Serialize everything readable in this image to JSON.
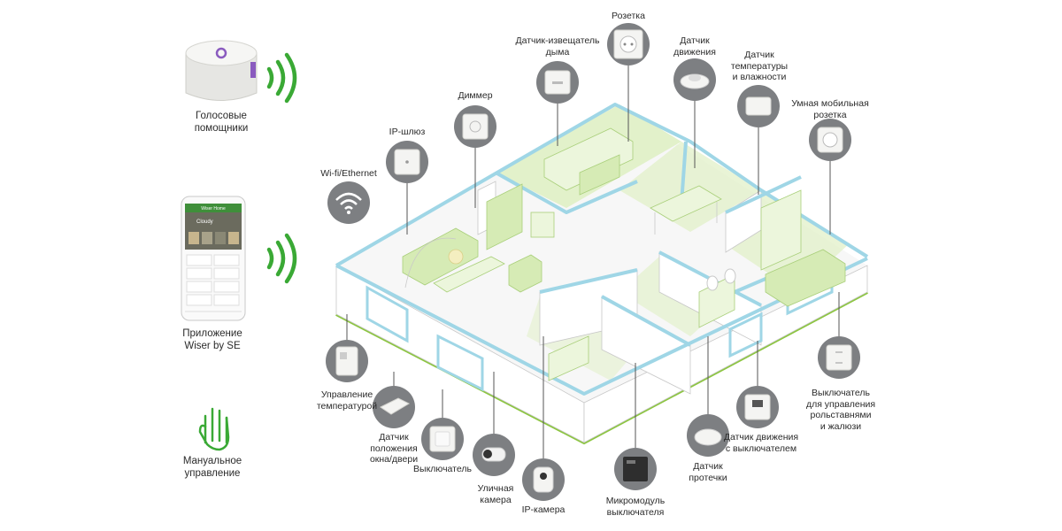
{
  "left_panel": {
    "voice_assistants_label": "Голосовые\nпомощники",
    "app_label": "Приложение\nWiser by SE",
    "manual_label": "Мануальное\nуправление",
    "phone_screen": {
      "header": "Wiser Home",
      "greeting": "Cloudy"
    }
  },
  "callouts": {
    "socket": "Розетка",
    "smoke_sensor": "Датчик-извещатель\nдыма",
    "motion_sensor": "Датчик\nдвижения",
    "temp_humidity_sensor": "Датчик\nтемпературы\nи влажности",
    "smart_mobile_socket": "Умная мобильная\nрозетка",
    "dimmer": "Диммер",
    "ip_gateway": "IP-шлюз",
    "wifi_ethernet": "Wi-fi/Ethernet",
    "thermostat": "Управление\nтемпературой",
    "window_door_sensor": "Датчик\nположения\nокна/двери",
    "switch": "Выключатель",
    "outdoor_camera": "Уличная\nкамера",
    "ip_camera": "IP-камера",
    "micromodule": "Микромодуль\nвыключателя",
    "leak_sensor": "Датчик\nпротечки",
    "motion_switch": "Датчик движения\nс выключателем",
    "shutter_switch": "Выключатель\nдля управления\nрольставнями\nи жалюзи"
  },
  "colors": {
    "accent_green": "#3aa935",
    "wall_blue": "#9fd6e6",
    "callout_grey": "#7d7f82",
    "room_green": "#dff0c4"
  }
}
